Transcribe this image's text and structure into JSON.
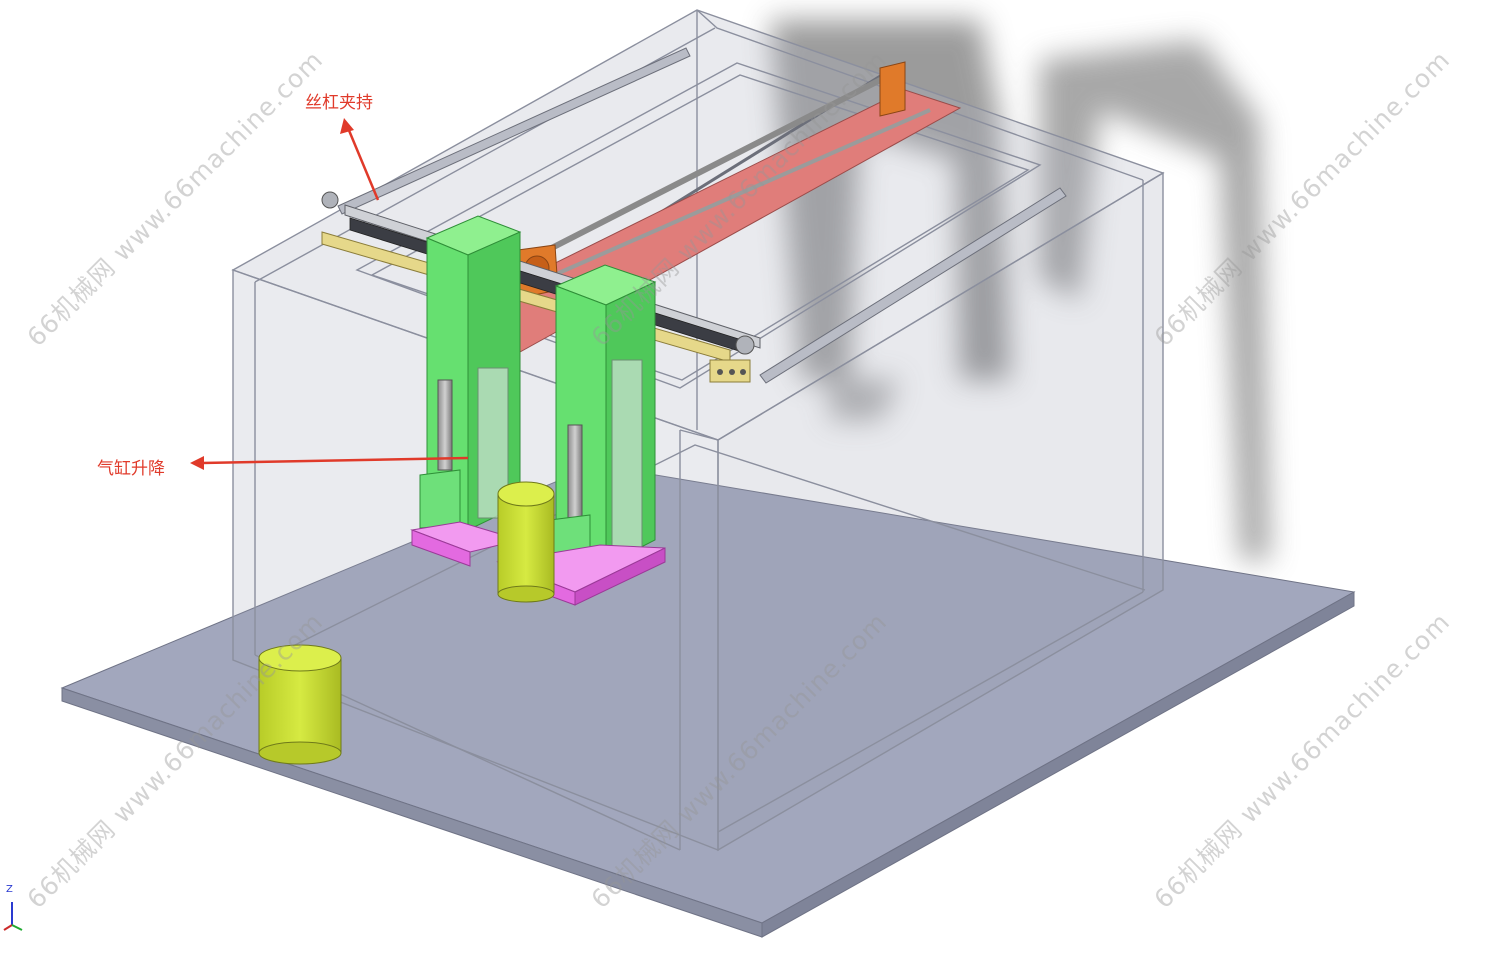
{
  "callouts": {
    "screw_clamp": "丝杠夹持",
    "cylinder_lift": "气缸升降"
  },
  "watermark_text": "66机械网 www.66machine.com",
  "axis_label": "Z",
  "colors": {
    "callout": "#e03a2a",
    "base_top": "#a2a7bd",
    "base_side": "#8e93a8",
    "glass_stroke": "#8b8f9e",
    "frame_green": "#66e070",
    "frame_green_dark": "#3fae4a",
    "plate_red": "#e07d7a",
    "bracket_orange": "#e07a2a",
    "plate_magenta": "#e36ae0",
    "part_yellow": "#cfe336",
    "rail_tan": "#e6d88a",
    "axis_blue": "#2a3ad0",
    "axis_green": "#22aa33"
  }
}
